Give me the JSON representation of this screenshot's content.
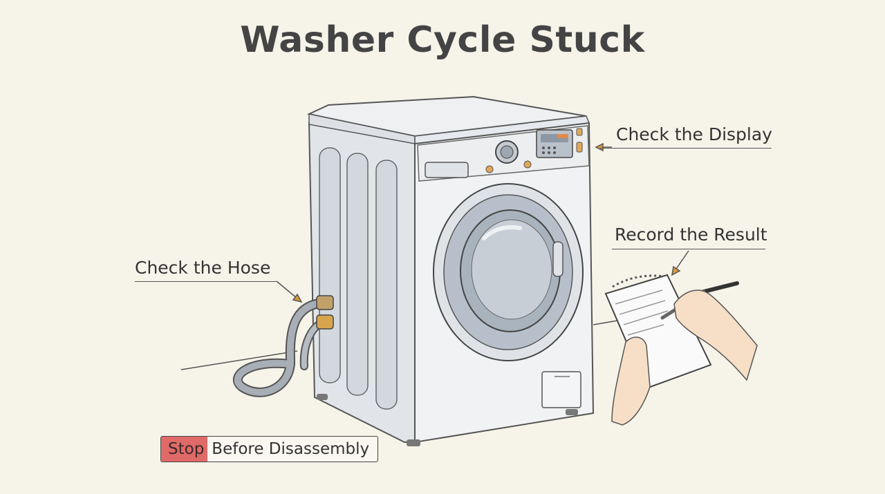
{
  "title": "Washer Cycle Stuck",
  "labels": {
    "display": "Check the Display",
    "result": "Record the Result",
    "hose": "Check the Hose"
  },
  "stop": {
    "highlight": "Stop",
    "rest": "Before Disassembly"
  },
  "colors": {
    "background": "#f6f3e9",
    "stop_highlight": "#e06a67",
    "arrow_accent": "#d99a3a"
  }
}
